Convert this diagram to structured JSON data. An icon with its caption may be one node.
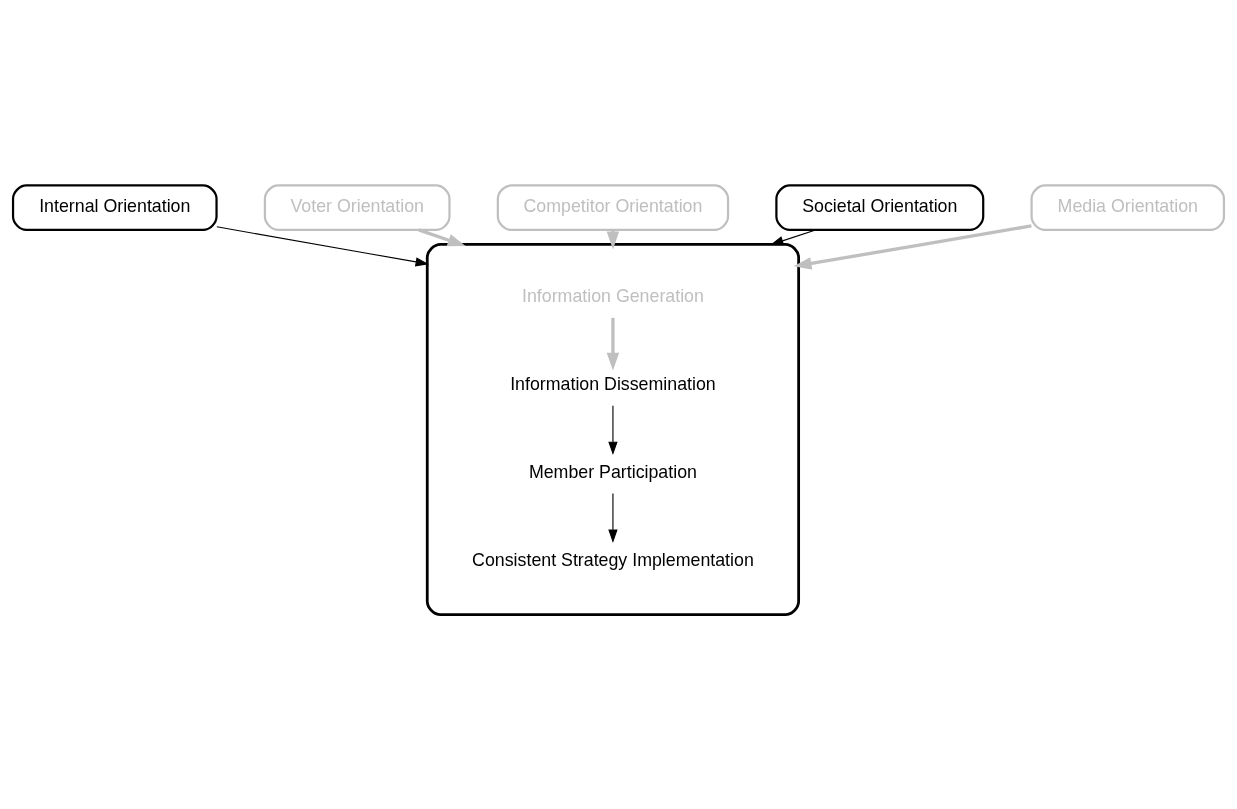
{
  "diagram": {
    "nodes": [
      {
        "text": [
          "Internal Orientation"
        ]
      },
      {
        "text": [],
        "shape": "box"
      },
      {
        "text": [
          "Information Generation"
        ],
        "in": 1
      },
      {
        "text": [
          "Information Dissemination"
        ],
        "in": 1
      },
      {
        "text": [
          "Member Participation"
        ],
        "in": 1
      },
      {
        "text": [
          "Consistent Strategy Implementation"
        ],
        "in": 1
      },
      {
        "text": [
          "Voter Orientation"
        ]
      },
      {
        "text": [
          "Competitor Orientation"
        ]
      },
      {
        "text": [
          "Societal Orientation"
        ]
      },
      {
        "text": [
          "Media Orientation"
        ]
      }
    ],
    "edges": [
      {
        "from": 0,
        "to": 1,
        "arrow": "to"
      },
      {
        "from": 8,
        "to": 1,
        "arrow": "to"
      },
      {
        "from": 6,
        "to": 1,
        "arrow": "to",
        "style": "thick",
        "color": "#bfbfbf"
      },
      {
        "from": 7,
        "to": 1,
        "arrow": "to",
        "style": "thick",
        "color": "#bfbfbf"
      },
      {
        "from": 9,
        "to": 1,
        "arrow": "to",
        "style": "thick",
        "color": "#bfbfbf"
      },
      {
        "from": 2,
        "to": 3,
        "arrow": "to",
        "style": "thick",
        "color": "#bfbfbf"
      },
      {
        "from": 3,
        "to": 4,
        "arrow": "to"
      },
      {
        "from": 4,
        "to": 5,
        "arrow": "to"
      }
    ]
  }
}
